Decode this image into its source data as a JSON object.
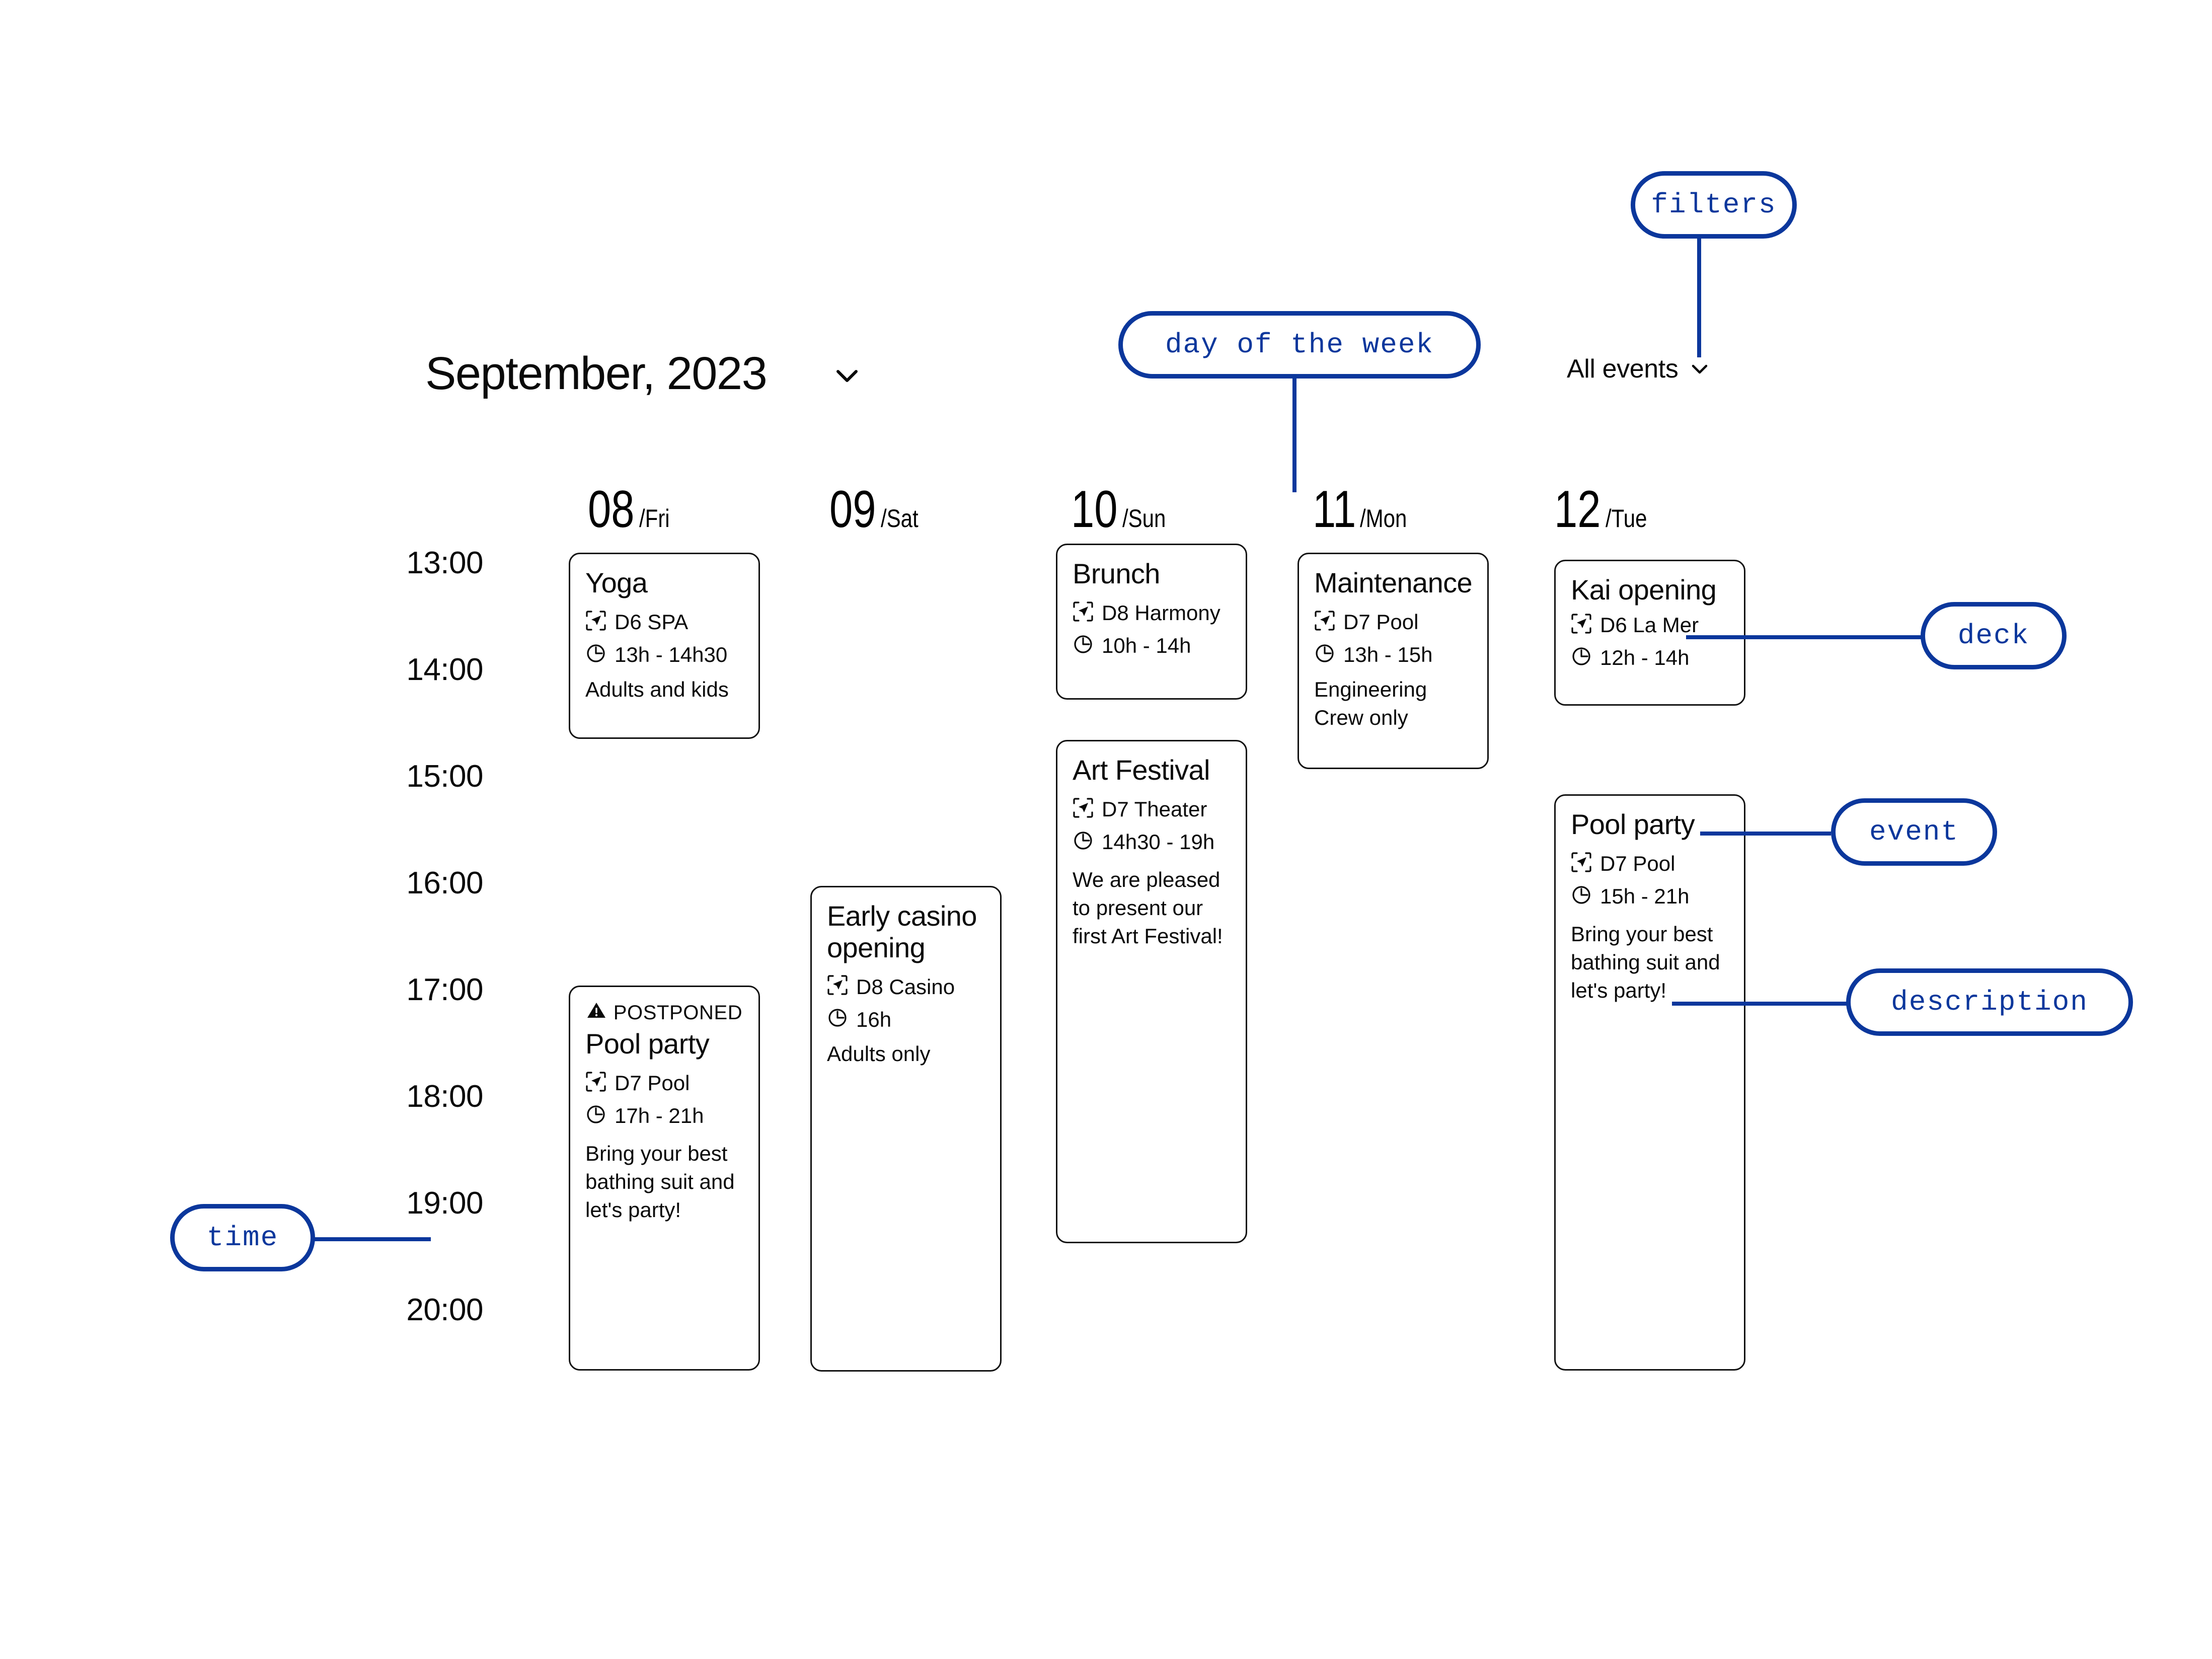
{
  "header": {
    "month_title": "September, 2023",
    "month_chevron_icon": "chevron-down-icon",
    "filter_label": "All events",
    "filter_chevron_icon": "chevron-down-icon"
  },
  "time_axis": {
    "slots": [
      "13:00",
      "14:00",
      "15:00",
      "16:00",
      "17:00",
      "18:00",
      "19:00",
      "20:00"
    ]
  },
  "days": [
    {
      "number": "08",
      "weekday": "/Fri"
    },
    {
      "number": "09",
      "weekday": "/Sat"
    },
    {
      "number": "10",
      "weekday": "/Sun"
    },
    {
      "number": "11",
      "weekday": "/Mon"
    },
    {
      "number": "12",
      "weekday": "/Tue"
    }
  ],
  "events": [
    {
      "id": "yoga",
      "day": "08",
      "title": "Yoga",
      "deck": "D6 SPA",
      "time": "13h - 14h30",
      "description": "Adults and kids",
      "status": null,
      "deck_icon": "deck-location-icon",
      "time_icon": "clock-icon"
    },
    {
      "id": "pool-party-fri",
      "day": "08",
      "title": "Pool party",
      "deck": "D7 Pool",
      "time": "17h - 21h",
      "description": "Bring your best bathing suit and let's party!",
      "status": "POSTPONED",
      "status_icon": "warning-triangle-icon",
      "deck_icon": "deck-location-icon",
      "time_icon": "clock-icon"
    },
    {
      "id": "early-casino-opening",
      "day": "09",
      "title": "Early casino opening",
      "deck": "D8 Casino",
      "time": "16h",
      "description": "Adults only",
      "status": null,
      "deck_icon": "deck-location-icon",
      "time_icon": "clock-icon"
    },
    {
      "id": "brunch",
      "day": "10",
      "title": "Brunch",
      "deck": "D8 Harmony",
      "time": "10h - 14h",
      "description": null,
      "status": null,
      "deck_icon": "deck-location-icon",
      "time_icon": "clock-icon"
    },
    {
      "id": "art-festival",
      "day": "10",
      "title": "Art Festival",
      "deck": "D7 Theater",
      "time": "14h30 - 19h",
      "description": "We are pleased to present our first Art Festival!",
      "status": null,
      "deck_icon": "deck-location-icon",
      "time_icon": "clock-icon"
    },
    {
      "id": "maintenance",
      "day": "11",
      "title": "Maintenance",
      "deck": "D7 Pool",
      "time": "13h - 15h",
      "description": "Engineering Crew only",
      "status": null,
      "deck_icon": "deck-location-icon",
      "time_icon": "clock-icon"
    },
    {
      "id": "kai-opening",
      "day": "12",
      "title": "Kai opening",
      "deck": "D6 La Mer",
      "time": "12h - 14h",
      "description": null,
      "status": null,
      "deck_icon": "deck-location-icon",
      "time_icon": "clock-icon"
    },
    {
      "id": "pool-party-tue",
      "day": "12",
      "title": "Pool party",
      "deck": "D7 Pool",
      "time": "15h - 21h",
      "description": "Bring your best bathing suit and let's party!",
      "status": null,
      "deck_icon": "deck-location-icon",
      "time_icon": "clock-icon"
    }
  ],
  "annotations": [
    {
      "id": "filters",
      "label": "filters"
    },
    {
      "id": "day-of-the-week",
      "label": "day of the week"
    },
    {
      "id": "deck",
      "label": "deck"
    },
    {
      "id": "event",
      "label": "event"
    },
    {
      "id": "description",
      "label": "description"
    },
    {
      "id": "time",
      "label": "time"
    }
  ],
  "colors": {
    "annotation_blue": "#0b379c",
    "text_black": "#0a0a0a",
    "card_border": "#111111",
    "background": "#ffffff"
  }
}
